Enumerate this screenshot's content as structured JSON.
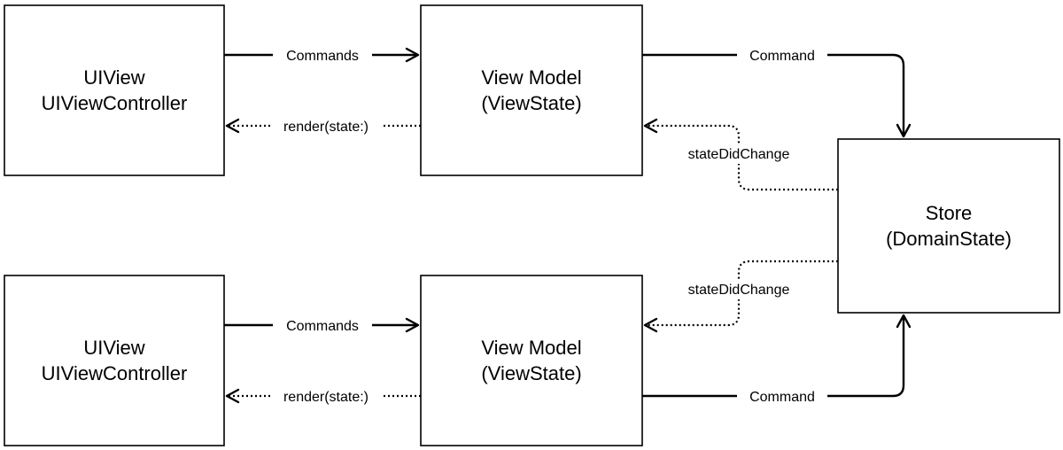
{
  "nodes": {
    "view_top": {
      "line1": "UIView",
      "line2": "UIViewController"
    },
    "view_model_top": {
      "line1": "View Model",
      "line2": "(ViewState)"
    },
    "view_bottom": {
      "line1": "UIView",
      "line2": "UIViewController"
    },
    "view_model_bottom": {
      "line1": "View Model",
      "line2": "(ViewState)"
    },
    "store": {
      "line1": "Store",
      "line2": "(DomainState)"
    }
  },
  "edges": {
    "commands_top": "Commands",
    "render_top": "render(state:)",
    "command_top": "Command",
    "state_change_top": "stateDidChange",
    "state_change_bottom": "stateDidChange",
    "commands_bottom": "Commands",
    "render_bottom": "render(state:)",
    "command_bottom": "Command"
  }
}
